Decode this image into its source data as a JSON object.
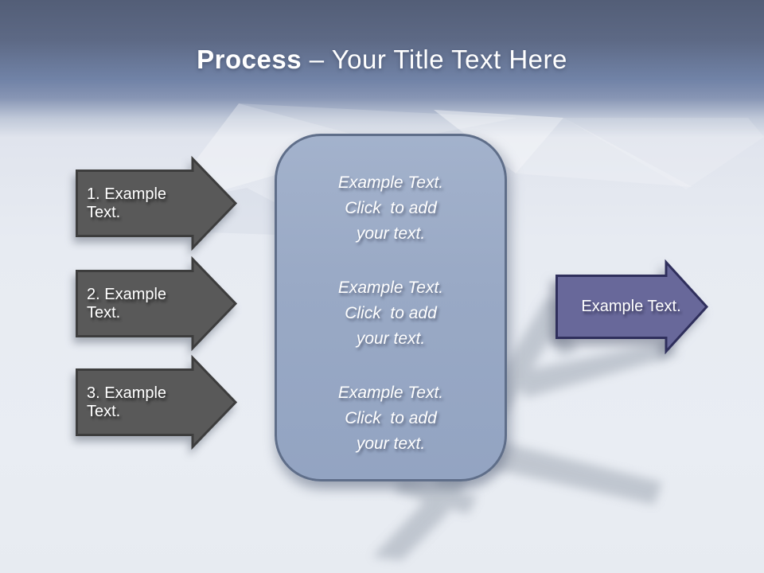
{
  "title": {
    "emphasis": "Process",
    "rest": " – Your Title Text Here"
  },
  "steps": [
    {
      "label": "1. Example Text."
    },
    {
      "label": "2. Example Text."
    },
    {
      "label": "3. Example Text."
    }
  ],
  "content_box": {
    "blocks": [
      {
        "line1": "Example Text.",
        "line2": "Click  to add",
        "line3": "your text."
      },
      {
        "line1": "Example Text.",
        "line2": "Click  to add",
        "line3": "your text."
      },
      {
        "line1": "Example Text.",
        "line2": "Click  to add",
        "line3": "your text."
      }
    ]
  },
  "result_arrow": {
    "label": "Example Text."
  },
  "icons": {
    "background_decor": "paper-airplane-shape",
    "background_shadow": "airplane-silhouette-shadow"
  },
  "colors": {
    "header_top": "#535e77",
    "header_mid": "#7183a7",
    "background_light": "#e9edf3",
    "step_arrow_fill": "#595959",
    "step_arrow_border": "#3d3d3d",
    "content_box_fill": "#9aa9c5",
    "content_box_border": "#5f6e89",
    "result_arrow_fill": "#68689a",
    "result_arrow_border": "#2f2f5c",
    "text": "#ffffff"
  }
}
